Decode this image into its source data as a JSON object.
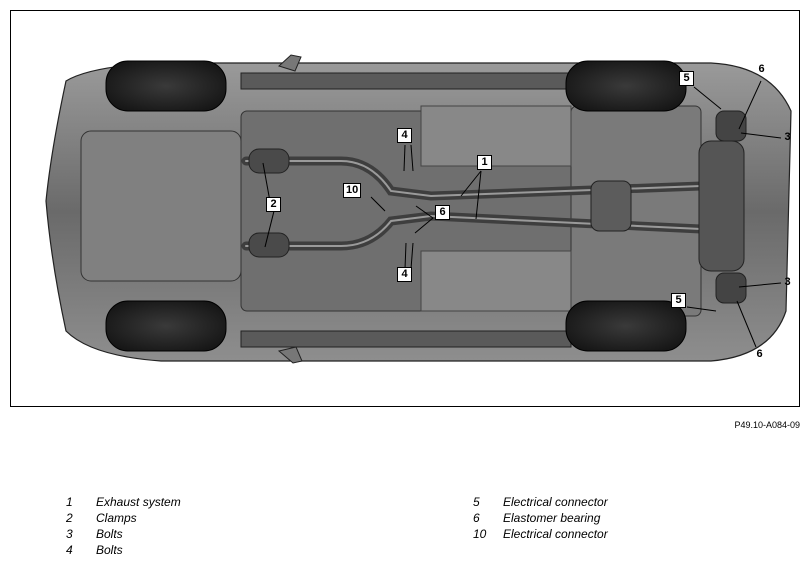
{
  "figure": {
    "id": "P49.10-A084-09",
    "callouts": [
      {
        "key": "c5a",
        "label": "5"
      },
      {
        "key": "c6a",
        "label": "6"
      },
      {
        "key": "c3a",
        "label": "3"
      },
      {
        "key": "c4a",
        "label": "4"
      },
      {
        "key": "c1",
        "label": "1"
      },
      {
        "key": "c2",
        "label": "2"
      },
      {
        "key": "c10",
        "label": "10"
      },
      {
        "key": "c6b",
        "label": "6"
      },
      {
        "key": "c4b",
        "label": "4"
      },
      {
        "key": "c3b",
        "label": "3"
      },
      {
        "key": "c5b",
        "label": "5"
      },
      {
        "key": "c6c",
        "label": "6"
      }
    ]
  },
  "legend": {
    "left": [
      {
        "num": "1",
        "text": "Exhaust system"
      },
      {
        "num": "2",
        "text": "Clamps"
      },
      {
        "num": "3",
        "text": "Bolts"
      },
      {
        "num": "4",
        "text": "Bolts"
      }
    ],
    "right": [
      {
        "num": "5",
        "text": "Electrical connector"
      },
      {
        "num": "6",
        "text": "Elastomer bearing"
      },
      {
        "num": "10",
        "text": "Electrical connector"
      }
    ]
  }
}
